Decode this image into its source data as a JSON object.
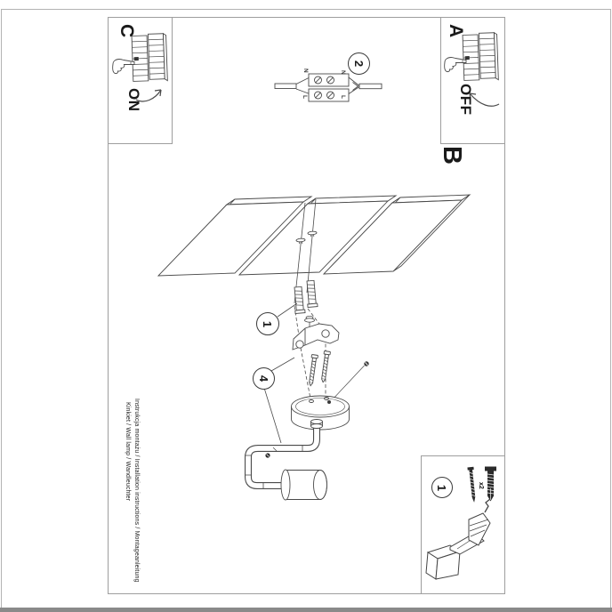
{
  "page": {
    "caption_line1": "Instrukcja montażu / Installation instructions / Montageanleitung",
    "caption_line2": "Kinkiet / Wall lamp / Wandleuchter"
  },
  "steps": {
    "power_off": {
      "label": "A",
      "action": "OFF"
    },
    "mounting": {
      "label": "B"
    },
    "power_on": {
      "label": "C",
      "action": "ON"
    },
    "wiring_step": {
      "number": "2"
    },
    "drill_step": {
      "number": "1"
    },
    "lamp_step": {
      "number": "4"
    }
  },
  "wiring": {
    "neutral_label": "N",
    "live_label": "L"
  },
  "parts": {
    "quantity": "x2"
  },
  "icons": {
    "fuse_panel": "circuit-breaker-panel",
    "pointing_hand": "hand-pressing-breaker",
    "curved_arrow": "switch-direction-arrow",
    "drill": "cordless-drill",
    "screw": "mounting-screw",
    "anchor": "wall-plug-anchor",
    "terminal": "screw-terminal-connector"
  },
  "colors": {
    "line": "#4a4a4a",
    "frame": "#9e9e9e",
    "page_edge": "#8a8a8a"
  }
}
